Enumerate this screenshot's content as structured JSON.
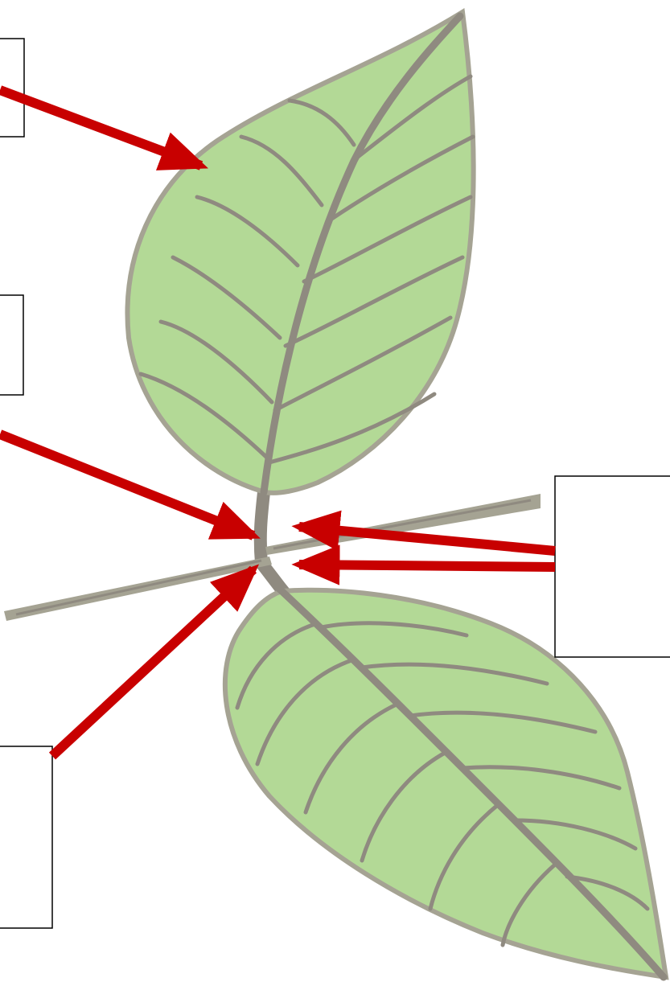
{
  "diagram": {
    "label_boxes": [
      {
        "id": "box-top-left",
        "text": ""
      },
      {
        "id": "box-middle-left",
        "text": ""
      },
      {
        "id": "box-right",
        "text": ""
      },
      {
        "id": "box-bottom-left",
        "text": ""
      }
    ],
    "colors": {
      "leaf_fill": "#b3d996",
      "vein": "#8f8a80",
      "leaf_outline": "#a5a393",
      "arrow": "#c80000",
      "box_border": "#000000"
    }
  }
}
